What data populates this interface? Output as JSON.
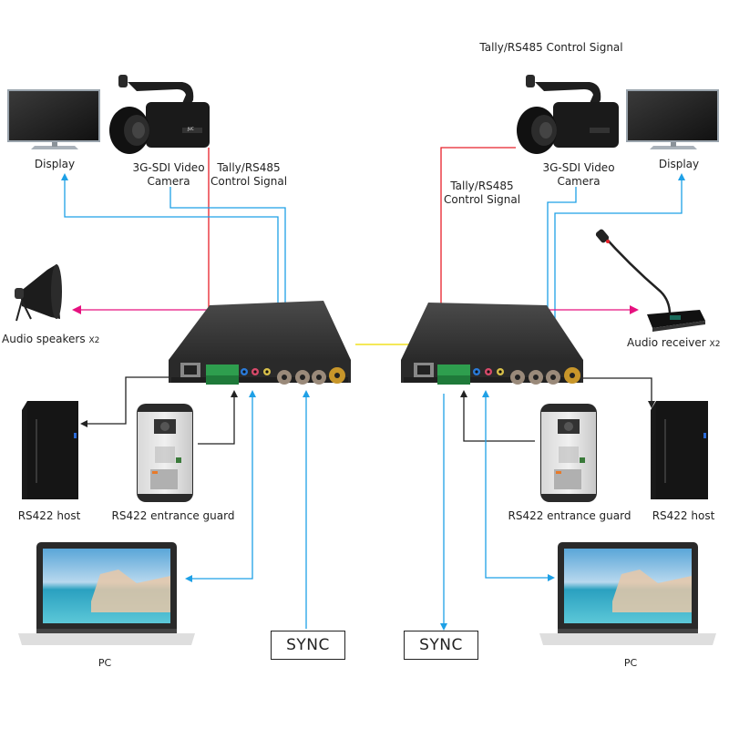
{
  "diagram": {
    "title": "3G-SDI fiber optic extender with tally / RS485 / RS422 / audio / Ethernet system connection",
    "colors": {
      "video_line": "#1ea0e6",
      "tally_line": "#e8202a",
      "audio_line": "#e6117f",
      "rs422_line": "#222222",
      "fiber_line": "#f0e020"
    },
    "left": {
      "display_label": "Display",
      "camera_label_line1": "3G-SDI Video",
      "camera_label_line2": "Camera",
      "tally_label_line1": "Tally/RS485",
      "tally_label_line2": "Control Signal",
      "speaker_label": "Audio speakers",
      "speaker_qty": "X2",
      "host_label": "RS422 host",
      "guard_label": "RS422 entrance guard",
      "pc_label": "PC",
      "sync_label": "SYNC"
    },
    "right": {
      "top_tally_label": "Tally/RS485 Control Signal",
      "display_label": "Display",
      "camera_label_line1": "3G-SDI Video",
      "camera_label_line2": "Camera",
      "tally_label_line1": "Tally/RS485",
      "tally_label_line2": "Control Signal",
      "receiver_label": "Audio receiver",
      "receiver_qty": "X2",
      "host_label": "RS422 host",
      "guard_label": "RS422 entrance guard",
      "pc_label": "PC",
      "sync_label": "SYNC"
    }
  }
}
